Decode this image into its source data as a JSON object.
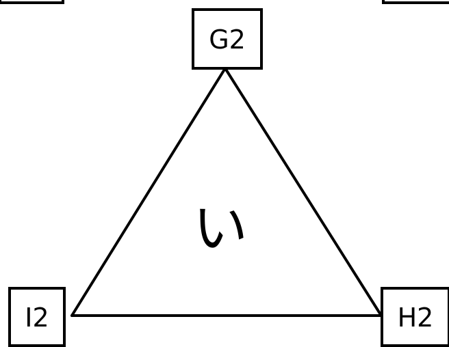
{
  "diagram": {
    "center_label": "い",
    "nodes": {
      "top": {
        "label": "G2"
      },
      "bottom_right": {
        "label": "H2"
      },
      "bottom_left": {
        "label": "I2"
      }
    },
    "edges": [
      {
        "from": "G2",
        "to": "H2"
      },
      {
        "from": "H2",
        "to": "I2"
      },
      {
        "from": "I2",
        "to": "G2"
      }
    ],
    "colors": {
      "stroke": "#000000",
      "background": "#ffffff"
    }
  }
}
